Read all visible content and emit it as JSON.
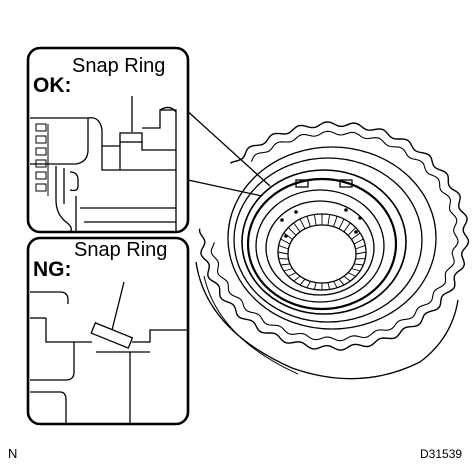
{
  "ok_panel": {
    "status": "OK:",
    "label": "Snap Ring"
  },
  "ng_panel": {
    "status": "NG:",
    "label": "Snap Ring"
  },
  "footer": {
    "left_code": "N",
    "figure_id": "D31539"
  },
  "colors": {
    "ink": "#000000",
    "paper": "#ffffff"
  }
}
